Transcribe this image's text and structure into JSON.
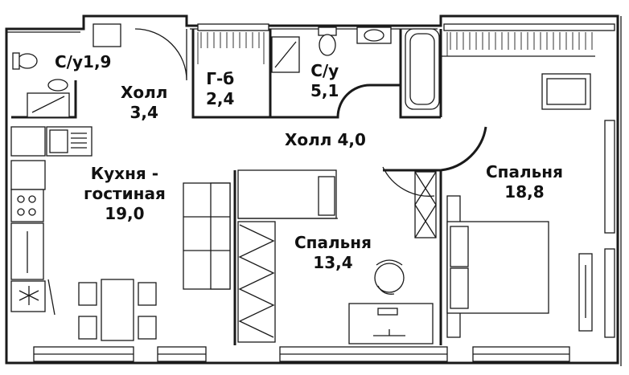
{
  "rooms": [
    {
      "id": "bath-1",
      "name": "С/у",
      "area": "1,9"
    },
    {
      "id": "hall-1",
      "name": "Холл",
      "area": "3,4"
    },
    {
      "id": "storage",
      "name": "Г-б",
      "area": "2,4"
    },
    {
      "id": "bath-2",
      "name": "С/у",
      "area": "5,1"
    },
    {
      "id": "hall-2",
      "name": "Холл",
      "area": "4,0"
    },
    {
      "id": "kitchen",
      "name": "Кухня -",
      "name2": "гостиная",
      "area": "19,0"
    },
    {
      "id": "bedroom-1",
      "name": "Спальня",
      "area": "18,8"
    },
    {
      "id": "bedroom-2",
      "name": "Спальня",
      "area": "13,4"
    }
  ]
}
